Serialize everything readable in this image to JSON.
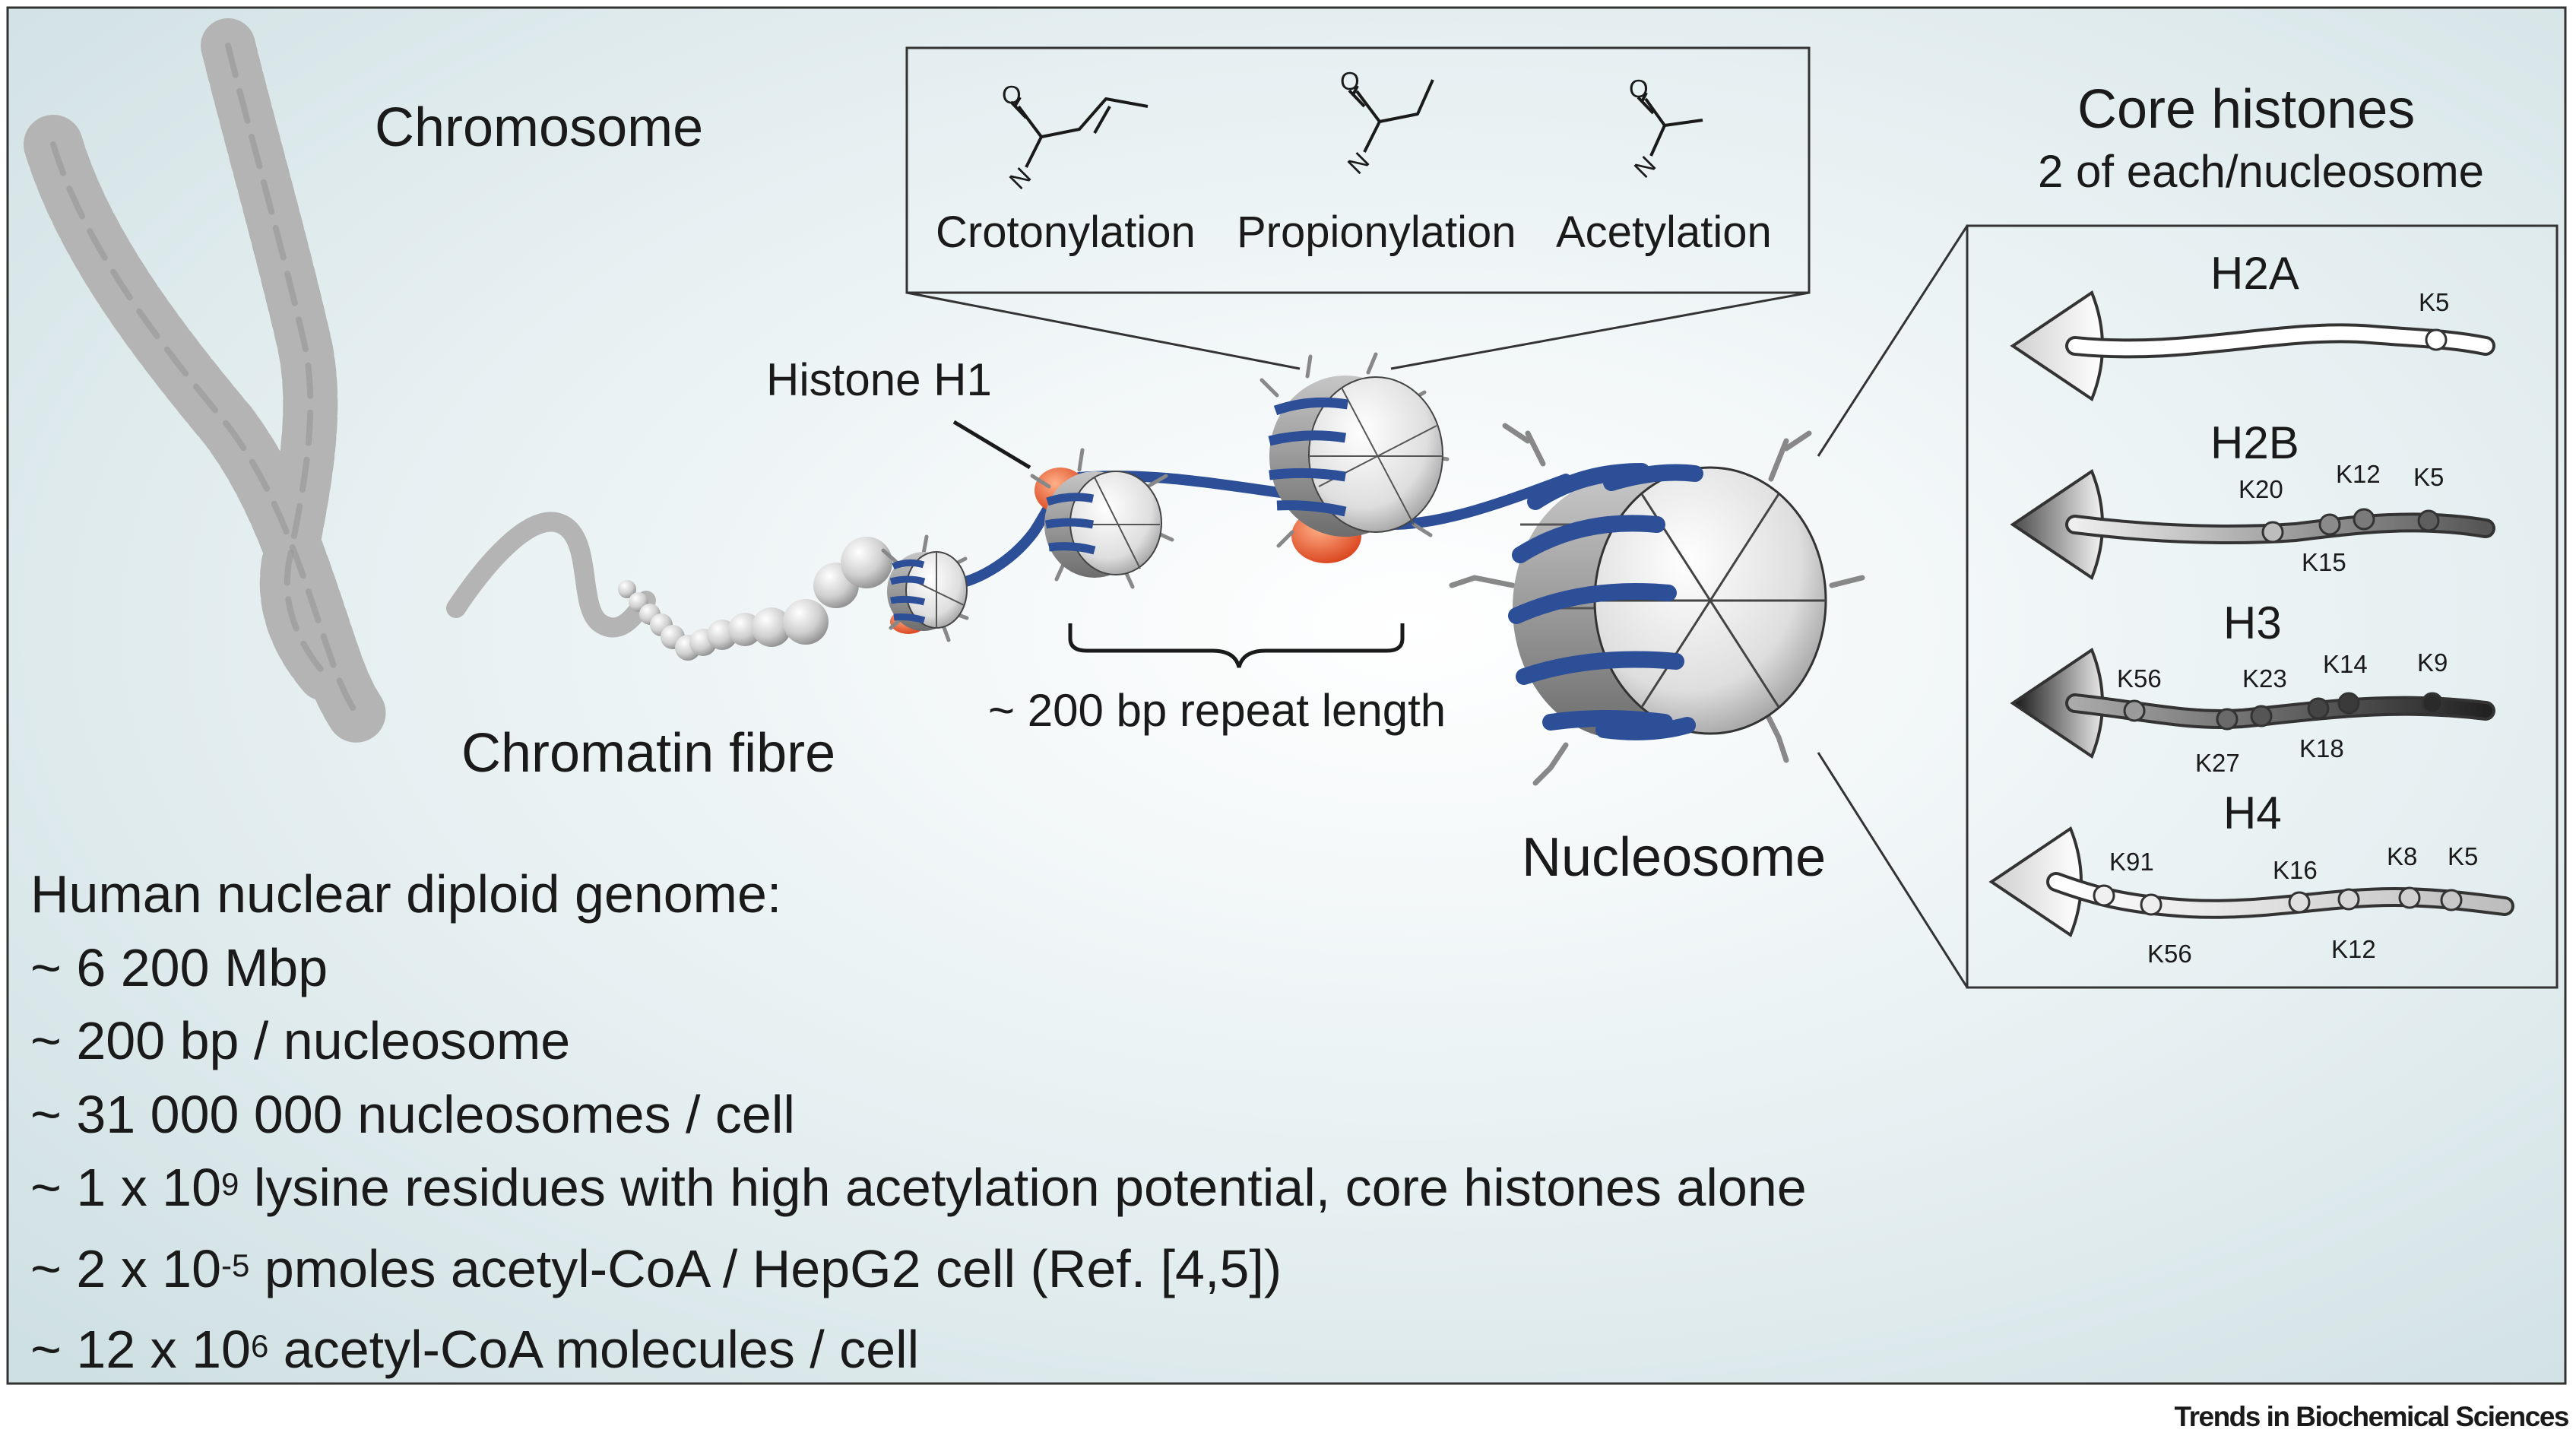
{
  "labels": {
    "chromosome": "Chromosome",
    "chromatin_fibre": "Chromatin fibre",
    "histone_h1": "Histone H1",
    "repeat_length": "~ 200 bp repeat length",
    "nucleosome": "Nucleosome",
    "core_histones_title": "Core histones",
    "core_histones_subtitle": "2 of each/nucleosome"
  },
  "modifications": [
    {
      "name": "Crotonylation",
      "atom_o": "O",
      "atom_n": "N"
    },
    {
      "name": "Propionylation",
      "atom_o": "O",
      "atom_n": "N"
    },
    {
      "name": "Acetylation",
      "atom_o": "O",
      "atom_n": "N"
    }
  ],
  "histones": [
    {
      "name": "H2A",
      "sites": [
        "K5"
      ]
    },
    {
      "name": "H2B",
      "sites": [
        "K20",
        "K12",
        "K5",
        "K15"
      ]
    },
    {
      "name": "H3",
      "sites": [
        "K56",
        "K23",
        "K14",
        "K9",
        "K27",
        "K18"
      ]
    },
    {
      "name": "H4",
      "sites": [
        "K91",
        "K16",
        "K8",
        "K5",
        "K56",
        "K12"
      ]
    }
  ],
  "stats": {
    "heading": "Human nuclear diploid genome:",
    "line1": "~ 6 200 Mbp",
    "line2": "~ 200 bp / nucleosome",
    "line3": "~ 31 000 000 nucleosomes / cell",
    "line4": {
      "pre": "~ 1 x 10",
      "sup": "9",
      "post": " lysine residues with high acetylation potential, core histones alone"
    },
    "line5": {
      "pre": "~ 2 x 10",
      "sup": "-5",
      "post": " pmoles acetyl-CoA / HepG2 cell (Ref. [4,5])"
    },
    "line6": {
      "pre": "~ 12 x 10",
      "sup": "6",
      "post": " acetyl-CoA molecules / cell"
    }
  },
  "credit": "Trends in Biochemical Sciences",
  "colors": {
    "dna": "#2c4f97",
    "h1": "#e3562a",
    "panel_border": "#333333",
    "chromosome": "#b4b4b4"
  }
}
